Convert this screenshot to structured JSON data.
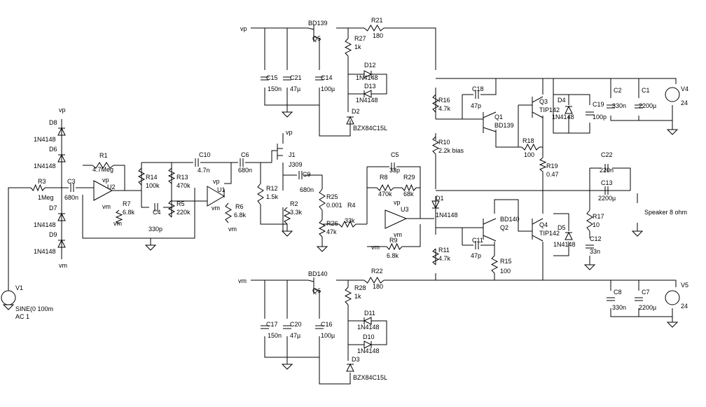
{
  "labels": {
    "vp_top": "vp",
    "vm_bottom": "vm",
    "speaker": "Speaker 8 ohm",
    "v1": "V1",
    "v1_src": "SINE(0 100m",
    "v1_ac": "AC 1",
    "v4": "V4",
    "v4_val": "24",
    "v5": "V5",
    "v5_val": "24",
    "r3": "R3",
    "r3_val": "1Meg",
    "c3": "C3",
    "c3_val": "680n",
    "d8": "D8",
    "d8_val": "1N4148",
    "d8_rail": "vp",
    "d6": "D6",
    "d6_val": "1N4148",
    "d7": "D7",
    "d7_val": "1N4148",
    "d9": "D9",
    "d9_val": "1N4148",
    "d9_rail": "vm",
    "r1": "R1",
    "r1_val": "4.7Meg",
    "u2": "U2",
    "u2_vp": "vp",
    "u2_vm": "vm",
    "r7": "R7",
    "r7_val": "6.8k",
    "r7_rail": "vm",
    "r14": "R14",
    "r14_val": "100k",
    "r13": "R13",
    "r13_val": "470k",
    "r5": "R5",
    "r5_val": "220k",
    "c4": "C4",
    "c4_val": "330p",
    "c10": "C10",
    "c10_val": "4.7n",
    "u1": "U1",
    "u1_vp": "vp",
    "u1_vm": "vm",
    "r6": "R6",
    "r6_val": "6.8k",
    "r6_rail": "vm",
    "c6": "C6",
    "c6_val": "680n",
    "j1": "J1",
    "j1_val": "J309",
    "j1_rail": "vp",
    "r12": "R12",
    "r12_val": "1.5k",
    "r2": "R2",
    "r2_val": "3.3k",
    "c9": "C9",
    "c9_val": "680n",
    "r25": "R25",
    "r25_val": "0.001",
    "r26": "R26",
    "r26_val": "47k",
    "r4": "R4",
    "r4_val": "33k",
    "c5": "C5",
    "c5_val": "33p",
    "r8": "R8",
    "r8_val": "470k",
    "r29": "R29",
    "r29_val": "68k",
    "u3": "U3",
    "u3_vp": "vp",
    "u3_vm": "vm",
    "r9": "R9",
    "r9_val": "6.8k",
    "r9_rail": "vm",
    "q5": "Q5",
    "q5_val": "BD139",
    "r21": "R21",
    "r21_val": "180",
    "r27": "R27",
    "r27_val": "1k",
    "d12": "D12",
    "d12_val": "1N4148",
    "d13": "D13",
    "d13_val": "1N4148",
    "d2": "D2",
    "d2_val": "BZX84C15L",
    "c15": "C15",
    "c15_val": "150n",
    "c21": "C21",
    "c21_val": "47µ",
    "c14": "C14",
    "c14_val": "100µ",
    "q6": "Q6",
    "q6_val": "BD140",
    "r22": "R22",
    "r22_val": "180",
    "r28": "R28",
    "r28_val": "1k",
    "d11": "D11",
    "d11_val": "1N4148",
    "d10": "D10",
    "d10_val": "1N4148",
    "d3": "D3",
    "d3_val": "BZX84C15L",
    "c17": "C17",
    "c17_val": "150n",
    "c20": "C20",
    "c20_val": "47µ",
    "c16": "C16",
    "c16_val": "100µ",
    "r16": "R16",
    "r16_val": "4.7k",
    "r10": "R10",
    "r10_val": "2.2k bias",
    "d1": "D1",
    "d1_val": "1N4148",
    "r11": "R11",
    "r11_val": "4.7k",
    "c18": "C18",
    "c18_val": "47p",
    "q1": "Q1",
    "q1_val": "BD139",
    "q3": "Q3",
    "q3_val": "TIP142",
    "d4": "D4",
    "d4_val": "1N4148",
    "c19": "C19",
    "c19_val": "100p",
    "r18": "R18",
    "r18_val": "100",
    "r19": "R19",
    "r19_val": "0.47",
    "c11": "C11",
    "c11_val": "47p",
    "q2": "Q2",
    "q2_val": "BD140",
    "q4": "Q4",
    "q4_val": "TIP142",
    "d5": "D5",
    "d5_val": "1N4148",
    "r15": "R15",
    "r15_val": "100",
    "c2": "C2",
    "c2_val": "330n",
    "c1": "C1",
    "c1_val": "2200µ",
    "c8": "C8",
    "c8_val": "330n",
    "c7": "C7",
    "c7_val": "2200µ",
    "c22": "C22",
    "c22_val": "220n",
    "c13": "C13",
    "c13_val": "2200µ",
    "r17": "R17",
    "r17_val": "10",
    "c12": "C12",
    "c12_val": "33n"
  }
}
